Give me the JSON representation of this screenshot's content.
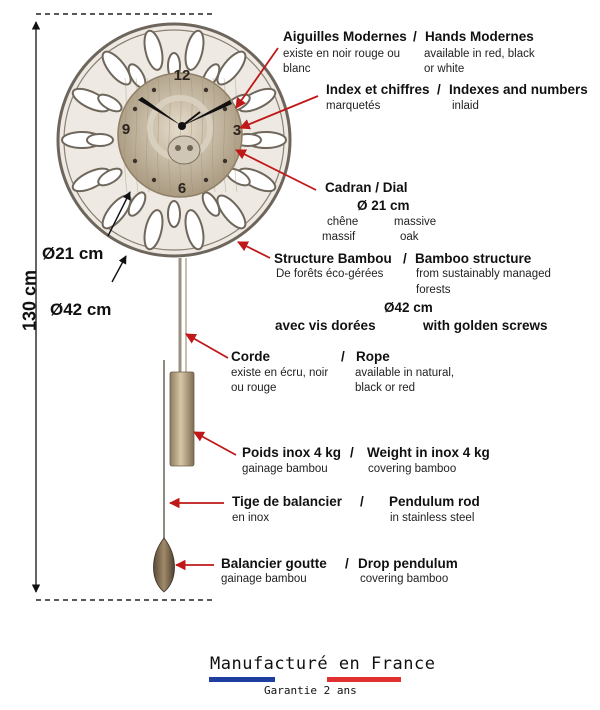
{
  "dimensions": {
    "height": "130 cm",
    "inner_dial": "Ø21 cm",
    "outer": "Ø42 cm"
  },
  "labels": {
    "hands": {
      "title_fr": "Aiguilles Modernes",
      "sep": "/",
      "title_en": "Hands Modernes",
      "desc_fr": [
        "existe en noir rouge ou",
        "blanc"
      ],
      "desc_en": [
        "available in red, black",
        "or white"
      ]
    },
    "index": {
      "title_fr": "Index et chiffres",
      "sep": "/",
      "title_en": "Indexes and numbers",
      "desc_fr": "marquetés",
      "desc_en": "inlaid"
    },
    "dial": {
      "title": "Cadran  / Dial",
      "size": "Ø 21 cm",
      "desc_fr": [
        "chêne",
        "massif"
      ],
      "desc_en": [
        "massive",
        "oak"
      ]
    },
    "structure": {
      "title_fr": "Structure Bambou",
      "sep": "/",
      "title_en": "Bamboo structure",
      "desc_fr": "De forêts éco-gérées",
      "desc_en": [
        "from sustainably managed",
        "forests"
      ],
      "size": "Ø42 cm",
      "screws_fr": "avec vis dorées",
      "screws_en": "with golden screws"
    },
    "rope": {
      "title_fr": "Corde",
      "sep": "/",
      "title_en": "Rope",
      "desc_fr": [
        "existe en écru, noir",
        "ou rouge"
      ],
      "desc_en": [
        "available in natural,",
        "black or red"
      ]
    },
    "weight": {
      "title_fr": "Poids inox 4 kg",
      "sep": "/",
      "title_en": "Weight in inox 4 kg",
      "desc_fr": "gainage bambou",
      "desc_en": "covering bamboo"
    },
    "rod": {
      "title_fr": "Tige de balancier",
      "sep": "/",
      "title_en": "Pendulum rod",
      "desc_fr": "en inox",
      "desc_en": "in stainless steel"
    },
    "drop": {
      "title_fr": "Balancier goutte",
      "sep": "/",
      "title_en": "Drop  pendulum",
      "desc_fr": "gainage bambou",
      "desc_en": "covering bamboo"
    }
  },
  "clock_numerals": [
    "12",
    "3",
    "9",
    "6"
  ],
  "footer": {
    "title": "Manufacturé en France",
    "subtitle": "Garantie 2 ans",
    "flag_colors": [
      "#1f3fa0",
      "#e03030"
    ]
  },
  "colors": {
    "arrow": "#c01818",
    "wood": "#b9a98a",
    "frame": "#7d7468"
  }
}
